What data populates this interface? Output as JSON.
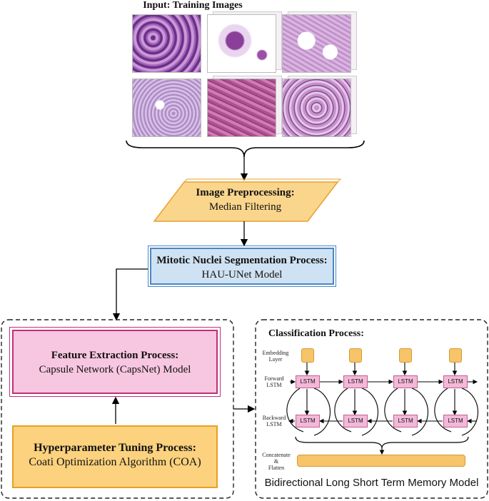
{
  "input": {
    "title": "Input: Training Images"
  },
  "preprocessing": {
    "title": "Image Preprocessing:",
    "subtitle": "Median Filtering"
  },
  "segmentation": {
    "title": "Mitotic Nuclei Segmentation Process:",
    "subtitle": "HAU-UNet Model"
  },
  "feature": {
    "title": "Feature Extraction Process:",
    "subtitle": "Capsule Network (CapsNet) Model"
  },
  "tuning": {
    "title": "Hyperparameter Tuning Process:",
    "subtitle": "Coati Optimization Algorithm (COA)"
  },
  "classification": {
    "title": "Classification Process:",
    "embedding_label": [
      "Embedding",
      "Layer"
    ],
    "forward_label": [
      "Forward",
      "LSTM"
    ],
    "backward_label": [
      "Backward",
      "LSTM"
    ],
    "concat_label": [
      "Concatenate",
      "&",
      "Flatten"
    ],
    "cell_label": "LSTM",
    "footer": "Bidirectional Long Short Term Memory Model"
  },
  "colors": {
    "preprocess_fill": "#fad58c",
    "preprocess_border": "#e6a12e",
    "segment_fill": "#cfe2f3",
    "segment_border": "#4a86c5",
    "feature_fill": "#f7c6e0",
    "feature_border": "#c0307a",
    "tuning_fill": "#fcd27e",
    "tuning_border": "#e8a020",
    "lstm_fill": "#f3b8d8",
    "embed_fill": "#f7c46a"
  }
}
